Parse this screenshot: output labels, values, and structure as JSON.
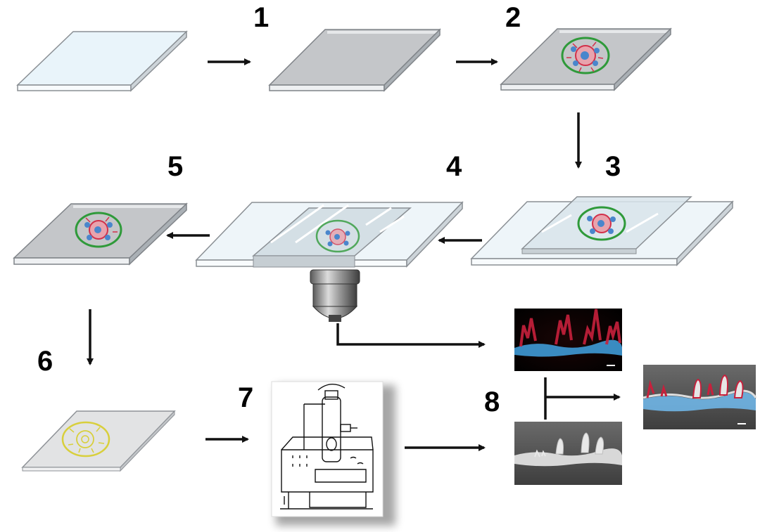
{
  "steps": {
    "s1": "1",
    "s2": "2",
    "s3": "3",
    "s4": "4",
    "s5": "5",
    "s6": "6",
    "s7": "7",
    "s8": "8"
  },
  "colors": {
    "coverslip_fill": "#e9f4fa",
    "coated_fill": "#c4c6c9",
    "ring_green": "#2f9a3a",
    "cell_red": "#d2304a",
    "cell_blue": "#4a86cc",
    "dried_yellow": "#d8cf3c",
    "arrow": "#111111"
  },
  "icons": {
    "objective": "microscope-objective-icon",
    "sem": "electron-microscope-icon"
  }
}
